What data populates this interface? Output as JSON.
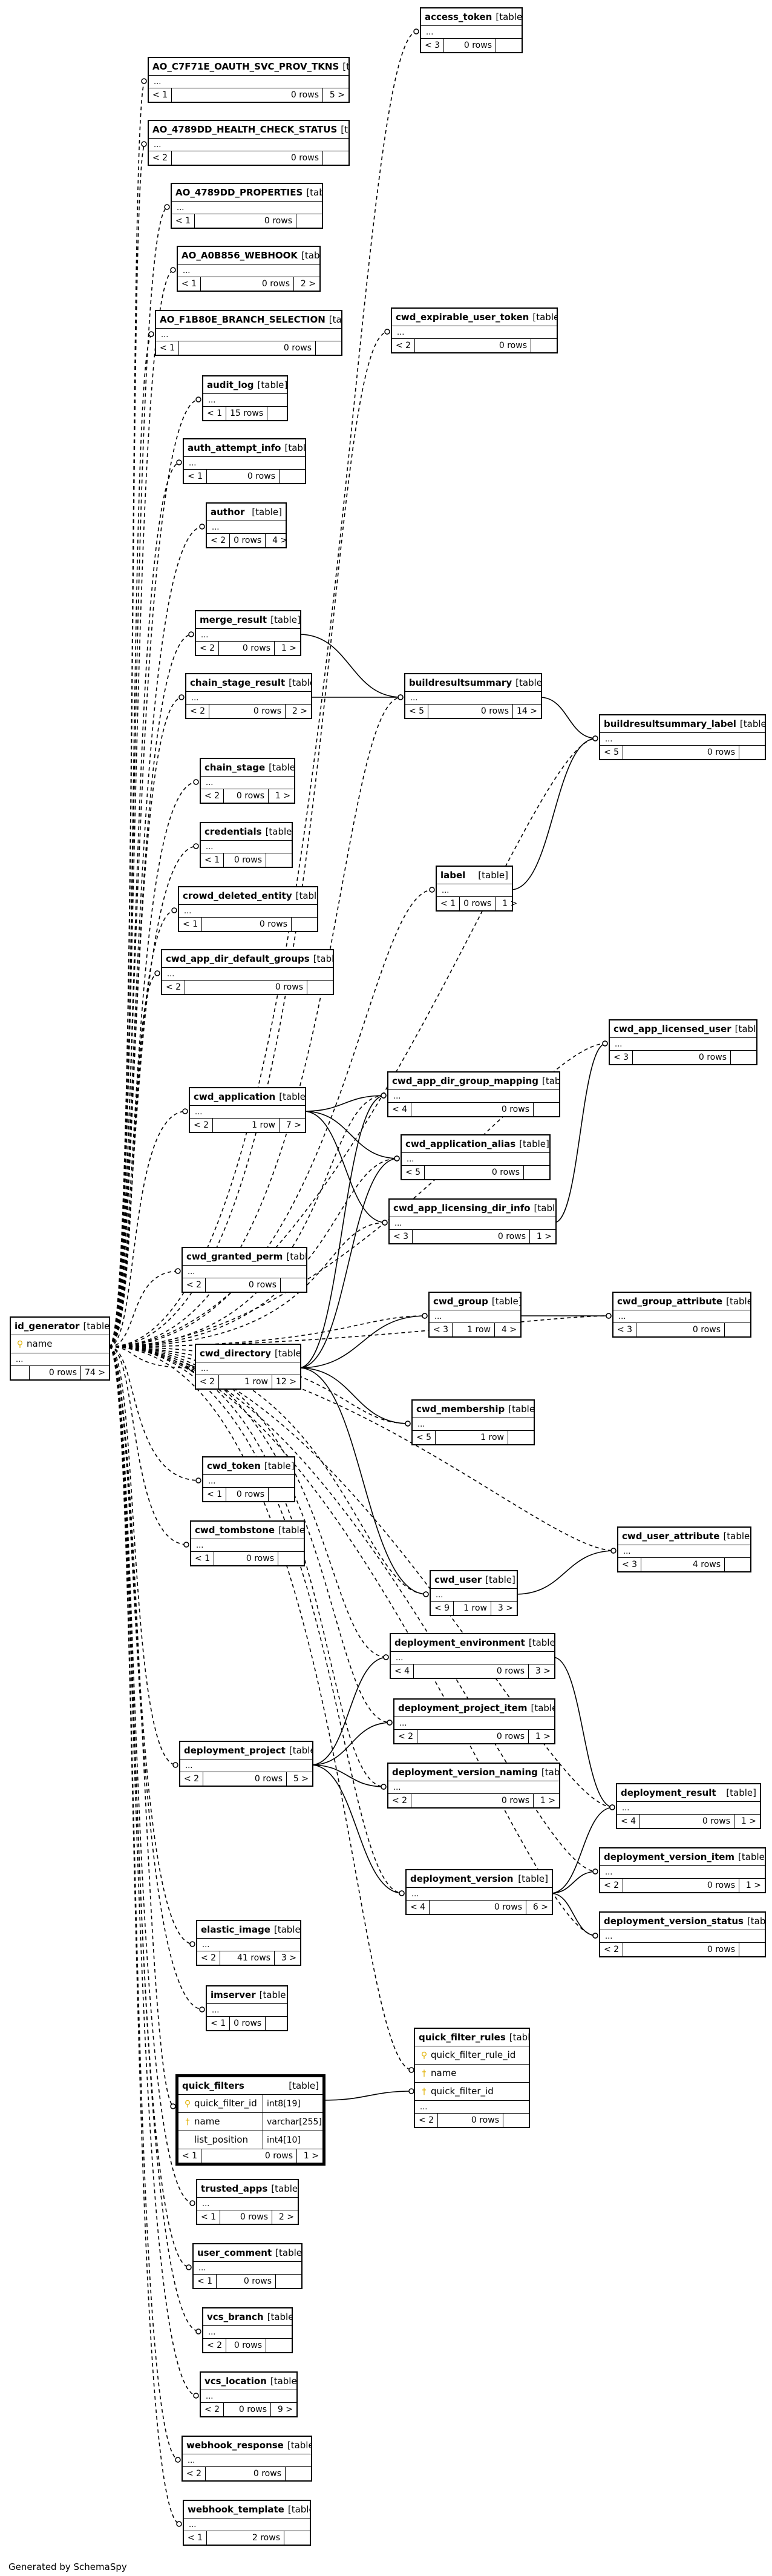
{
  "diagram": {
    "generator_note": "Generated by SchemaSpy",
    "tables": [
      {
        "name": "access_token",
        "kind": "[table]",
        "parents": "< 3",
        "rows": "0 rows",
        "children": ""
      },
      {
        "name": "AO_C7F71E_OAUTH_SVC_PROV_TKNS",
        "kind": "[table]",
        "parents": "< 1",
        "rows": "0 rows",
        "children": "5 >"
      },
      {
        "name": "AO_4789DD_HEALTH_CHECK_STATUS",
        "kind": "[table]",
        "parents": "< 2",
        "rows": "0 rows",
        "children": ""
      },
      {
        "name": "AO_4789DD_PROPERTIES",
        "kind": "[table]",
        "parents": "< 1",
        "rows": "0 rows",
        "children": ""
      },
      {
        "name": "AO_A0B856_WEBHOOK",
        "kind": "[table]",
        "parents": "< 1",
        "rows": "0 rows",
        "children": "2 >"
      },
      {
        "name": "AO_F1B80E_BRANCH_SELECTION",
        "kind": "[table]",
        "parents": "< 1",
        "rows": "0 rows",
        "children": ""
      },
      {
        "name": "cwd_expirable_user_token",
        "kind": "[table]",
        "parents": "< 2",
        "rows": "0 rows",
        "children": ""
      },
      {
        "name": "audit_log",
        "kind": "[table]",
        "parents": "< 1",
        "rows": "15 rows",
        "children": ""
      },
      {
        "name": "auth_attempt_info",
        "kind": "[table]",
        "parents": "< 1",
        "rows": "0 rows",
        "children": ""
      },
      {
        "name": "author",
        "kind": "[table]",
        "parents": "< 2",
        "rows": "0 rows",
        "children": "4 >"
      },
      {
        "name": "merge_result",
        "kind": "[table]",
        "parents": "< 2",
        "rows": "0 rows",
        "children": "1 >"
      },
      {
        "name": "chain_stage_result",
        "kind": "[table]",
        "parents": "< 2",
        "rows": "0 rows",
        "children": "2 >"
      },
      {
        "name": "buildresultsummary",
        "kind": "[table]",
        "parents": "< 5",
        "rows": "0 rows",
        "children": "14 >"
      },
      {
        "name": "buildresultsummary_label",
        "kind": "[table]",
        "parents": "< 5",
        "rows": "0 rows",
        "children": ""
      },
      {
        "name": "chain_stage",
        "kind": "[table]",
        "parents": "< 2",
        "rows": "0 rows",
        "children": "1 >"
      },
      {
        "name": "credentials",
        "kind": "[table]",
        "parents": "< 1",
        "rows": "0 rows",
        "children": ""
      },
      {
        "name": "label",
        "kind": "[table]",
        "parents": "< 1",
        "rows": "0 rows",
        "children": "1 >"
      },
      {
        "name": "crowd_deleted_entity",
        "kind": "[table]",
        "parents": "< 1",
        "rows": "0 rows",
        "children": ""
      },
      {
        "name": "cwd_app_dir_default_groups",
        "kind": "[table]",
        "parents": "< 2",
        "rows": "0 rows",
        "children": ""
      },
      {
        "name": "cwd_app_licensed_user",
        "kind": "[table]",
        "parents": "< 3",
        "rows": "0 rows",
        "children": ""
      },
      {
        "name": "cwd_application",
        "kind": "[table]",
        "parents": "< 2",
        "rows": "1 row",
        "children": "7 >"
      },
      {
        "name": "cwd_app_dir_group_mapping",
        "kind": "[table]",
        "parents": "< 4",
        "rows": "0 rows",
        "children": ""
      },
      {
        "name": "cwd_application_alias",
        "kind": "[table]",
        "parents": "< 5",
        "rows": "0 rows",
        "children": ""
      },
      {
        "name": "cwd_app_licensing_dir_info",
        "kind": "[table]",
        "parents": "< 3",
        "rows": "0 rows",
        "children": "1 >"
      },
      {
        "name": "cwd_granted_perm",
        "kind": "[table]",
        "parents": "< 2",
        "rows": "0 rows",
        "children": ""
      },
      {
        "name": "cwd_group",
        "kind": "[table]",
        "parents": "< 3",
        "rows": "1 row",
        "children": "4 >"
      },
      {
        "name": "cwd_group_attribute",
        "kind": "[table]",
        "parents": "< 3",
        "rows": "0 rows",
        "children": ""
      },
      {
        "name": "cwd_directory",
        "kind": "[table]",
        "parents": "< 2",
        "rows": "1 row",
        "children": "12 >"
      },
      {
        "name": "cwd_membership",
        "kind": "[table]",
        "parents": "< 5",
        "rows": "1 row",
        "children": ""
      },
      {
        "name": "cwd_token",
        "kind": "[table]",
        "parents": "< 1",
        "rows": "0 rows",
        "children": ""
      },
      {
        "name": "cwd_tombstone",
        "kind": "[table]",
        "parents": "< 1",
        "rows": "0 rows",
        "children": ""
      },
      {
        "name": "cwd_user_attribute",
        "kind": "[table]",
        "parents": "< 3",
        "rows": "4 rows",
        "children": ""
      },
      {
        "name": "cwd_user",
        "kind": "[table]",
        "parents": "< 9",
        "rows": "1 row",
        "children": "3 >"
      },
      {
        "name": "deployment_environment",
        "kind": "[table]",
        "parents": "< 4",
        "rows": "0 rows",
        "children": "3 >"
      },
      {
        "name": "deployment_project_item",
        "kind": "[table]",
        "parents": "< 2",
        "rows": "0 rows",
        "children": "1 >"
      },
      {
        "name": "deployment_project",
        "kind": "[table]",
        "parents": "< 2",
        "rows": "0 rows",
        "children": "5 >"
      },
      {
        "name": "deployment_version_naming",
        "kind": "[table]",
        "parents": "< 2",
        "rows": "0 rows",
        "children": "1 >"
      },
      {
        "name": "deployment_result",
        "kind": "[table]",
        "parents": "< 4",
        "rows": "0 rows",
        "children": "1 >"
      },
      {
        "name": "deployment_version_item",
        "kind": "[table]",
        "parents": "< 2",
        "rows": "0 rows",
        "children": "1 >"
      },
      {
        "name": "deployment_version",
        "kind": "[table]",
        "parents": "< 4",
        "rows": "0 rows",
        "children": "6 >"
      },
      {
        "name": "deployment_version_status",
        "kind": "[table]",
        "parents": "< 2",
        "rows": "0 rows",
        "children": ""
      },
      {
        "name": "elastic_image",
        "kind": "[table]",
        "parents": "< 2",
        "rows": "41 rows",
        "children": "3 >"
      },
      {
        "name": "imserver",
        "kind": "[table]",
        "parents": "< 1",
        "rows": "0 rows",
        "children": ""
      },
      {
        "name": "trusted_apps",
        "kind": "[table]",
        "parents": "< 1",
        "rows": "0 rows",
        "children": "2 >"
      },
      {
        "name": "user_comment",
        "kind": "[table]",
        "parents": "< 1",
        "rows": "0 rows",
        "children": ""
      },
      {
        "name": "vcs_branch",
        "kind": "[table]",
        "parents": "< 2",
        "rows": "0 rows",
        "children": ""
      },
      {
        "name": "vcs_location",
        "kind": "[table]",
        "parents": "< 2",
        "rows": "0 rows",
        "children": "9 >"
      },
      {
        "name": "webhook_response",
        "kind": "[table]",
        "parents": "< 2",
        "rows": "0 rows",
        "children": ""
      },
      {
        "name": "webhook_template",
        "kind": "[table]",
        "parents": "< 1",
        "rows": "2 rows",
        "children": ""
      }
    ],
    "id_generator": {
      "name": "id_generator",
      "kind": "[table]",
      "column": "name",
      "parents": "",
      "rows": "0 rows",
      "children": "74 >"
    },
    "quick_filters": {
      "name": "quick_filters",
      "kind": "[table]",
      "columns": [
        {
          "name": "quick_filter_id",
          "type": "int8[19]"
        },
        {
          "name": "name",
          "type": "varchar[255]"
        },
        {
          "name": "list_position",
          "type": "int4[10]"
        }
      ],
      "parents": "< 1",
      "rows": "0 rows",
      "children": "1 >"
    },
    "quick_filter_rules": {
      "name": "quick_filter_rules",
      "kind": "[table]",
      "columns": [
        "quick_filter_rule_id",
        "name",
        "quick_filter_id"
      ],
      "parents": "< 2",
      "rows": "0 rows",
      "children": ""
    },
    "ellipsis": "..."
  }
}
